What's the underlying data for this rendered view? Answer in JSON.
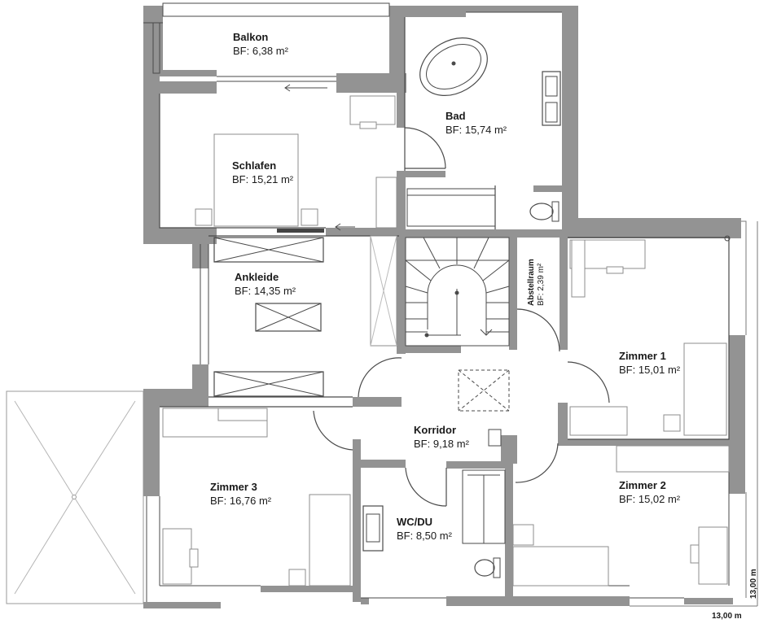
{
  "rooms": {
    "balkon": {
      "name": "Balkon",
      "area": "BF: 6,38 m²"
    },
    "schlafen": {
      "name": "Schlafen",
      "area": "BF: 15,21 m²"
    },
    "bad": {
      "name": "Bad",
      "area": "BF: 15,74 m²"
    },
    "ankleide": {
      "name": "Ankleide",
      "area": "BF: 14,35 m²"
    },
    "abstellraum": {
      "name": "Abstellraum",
      "area": "BF: 2,39 m²"
    },
    "zimmer1": {
      "name": "Zimmer 1",
      "area": "BF: 15,01 m²"
    },
    "korridor": {
      "name": "Korridor",
      "area": "BF: 9,18 m²"
    },
    "zimmer3": {
      "name": "Zimmer 3",
      "area": "BF: 16,76 m²"
    },
    "wcdu": {
      "name": "WC/DU",
      "area": "BF: 8,50 m²"
    },
    "zimmer2": {
      "name": "Zimmer 2",
      "area": "BF: 15,02 m²"
    }
  },
  "dimensions": {
    "width": "13,00 m",
    "height": "13,00 m"
  },
  "colors": {
    "wall": "#939393",
    "line": "#4a4a4a",
    "text": "#1a1a1a"
  }
}
